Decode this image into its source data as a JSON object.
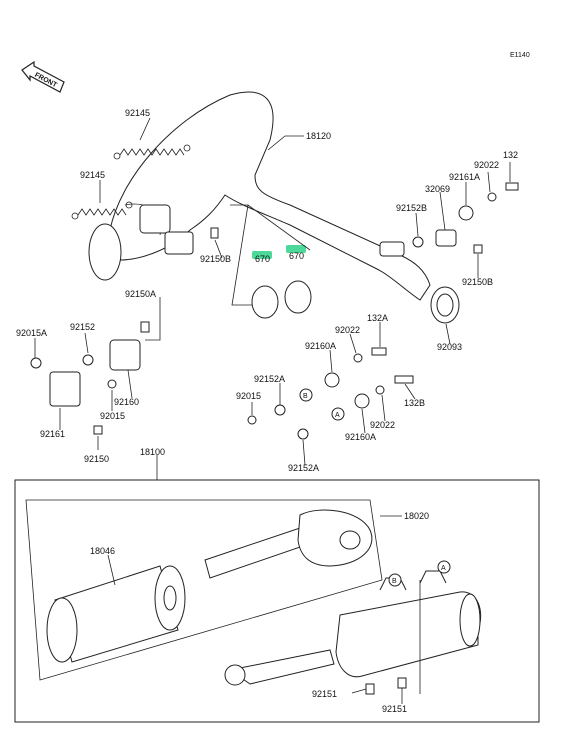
{
  "diagram_id": "E1140",
  "front_label": "FRONT",
  "parts": {
    "p92145_a": "92145",
    "p92145_b": "92145",
    "p18120": "18120",
    "p92150b_left": "92150B",
    "p670_a": "670",
    "p670_b": "670",
    "p92150a": "92150A",
    "p92015a": "92015A",
    "p92152": "92152",
    "p92160": "92160",
    "p92015_left": "92015",
    "p92161": "92161",
    "p92150_bottom": "92150",
    "p132": "132",
    "p92022_top": "92022",
    "p92161a": "92161A",
    "p32069": "32069",
    "p92152b": "92152B",
    "p92150b_right": "92150B",
    "p92093": "92093",
    "p132a": "132A",
    "p92022_mid": "92022",
    "p92160a_upper": "92160A",
    "p92152a_upper": "92152A",
    "p92015_mid": "92015",
    "p132b": "132B",
    "p92022_lower": "92022",
    "p92160a_lower": "92160A",
    "p92152a_lower": "92152A",
    "p18100": "18100",
    "p18020": "18020",
    "p18046": "18046",
    "p92151_left": "92151",
    "p92151_right": "92151"
  },
  "callouts": {
    "a": "A",
    "b": "B"
  },
  "highlight_color": "#4cd99a"
}
